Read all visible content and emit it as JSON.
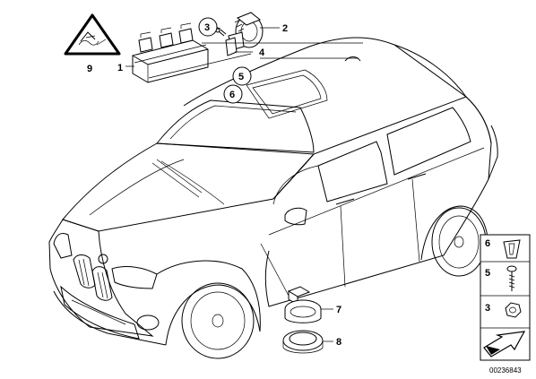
{
  "callouts": {
    "n1": "1",
    "n2": "2",
    "n3": "3",
    "n4": "4",
    "n5": "5",
    "n6": "6",
    "n7": "7",
    "n8": "8",
    "n9": "9"
  },
  "legend": {
    "items": [
      "6",
      "5",
      "3"
    ]
  },
  "footer": {
    "doc_number": "00236843"
  }
}
